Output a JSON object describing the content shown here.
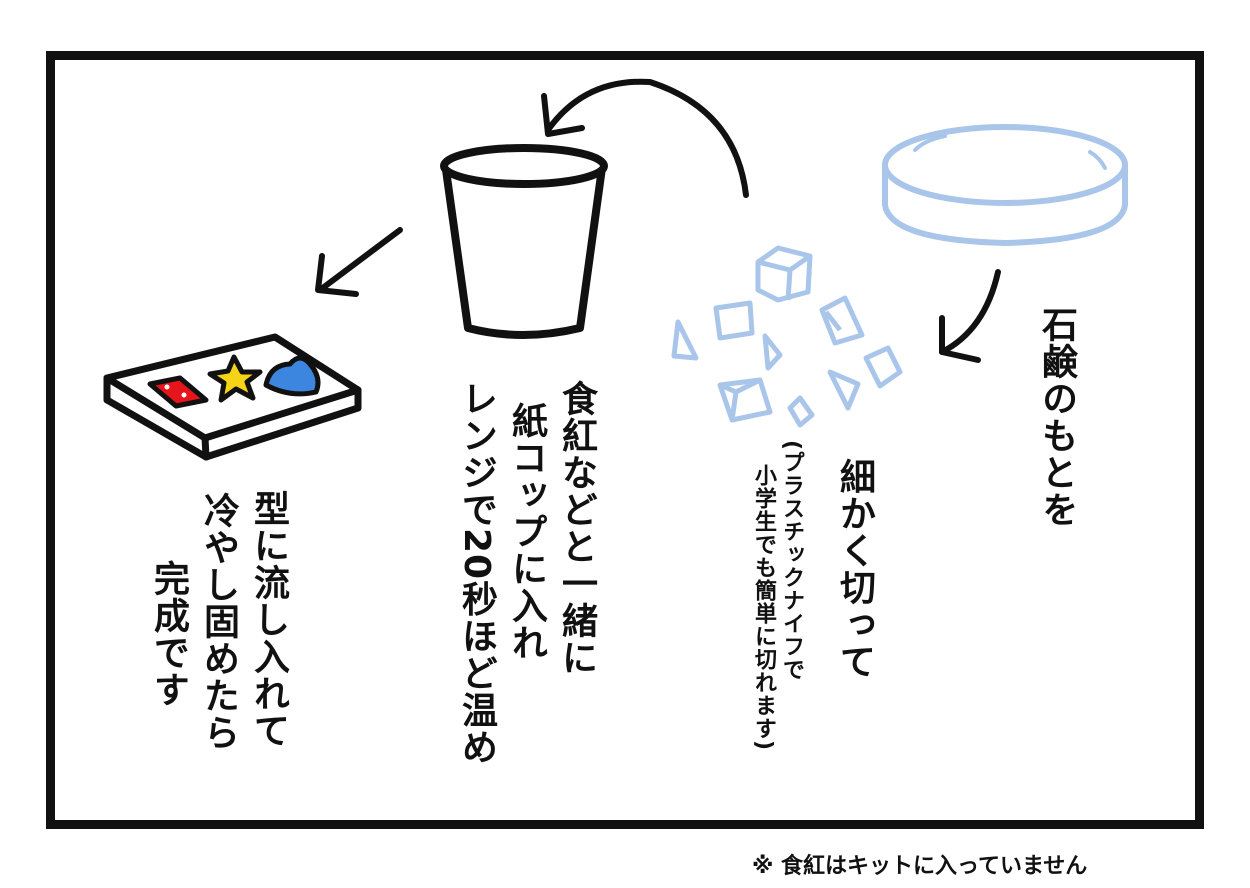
{
  "steps": [
    {
      "id": "step1",
      "lines": [
        "石鹸のもとを"
      ]
    },
    {
      "id": "step2",
      "lines": [
        "細かく切って"
      ],
      "note_lines": [
        "(プラスチックナイフで",
        "小学生でも簡単に切れます)"
      ]
    },
    {
      "id": "step3",
      "lines": [
        "食紅などと一緒に",
        "紙コップに入れ",
        "レンジで20秒ほど温め"
      ]
    },
    {
      "id": "step4",
      "lines": [
        "型に流し入れて",
        "冷やし固めたら",
        "完成です"
      ]
    }
  ],
  "footnote": "※ 食紅はキットに入っていません",
  "colors": {
    "outline": "#111111",
    "soap_blue": "#a9c6ea",
    "mold_red": "#e8141b",
    "mold_yellow": "#f5d417",
    "mold_blue": "#3d86df"
  },
  "icons": [
    "soap-disc-icon",
    "soap-cubes-icon",
    "paper-cup-icon",
    "mold-tray-icon",
    "arrow-icon"
  ]
}
